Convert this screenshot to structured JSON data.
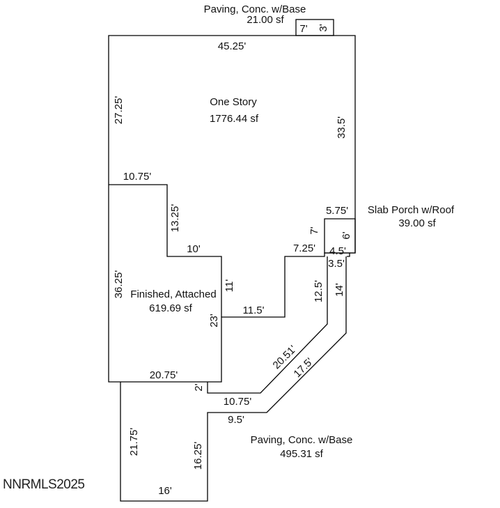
{
  "areas": {
    "one_story": {
      "name": "One Story",
      "area": "1776.44 sf"
    },
    "garage": {
      "name": "Finished, Attached",
      "area": "619.69 sf"
    },
    "paving_top": {
      "name": "Paving, Conc. w/Base",
      "area": "21.00 sf"
    },
    "slab_porch": {
      "name": "Slab Porch w/Roof",
      "area": "39.00 sf"
    },
    "paving_drive": {
      "name": "Paving, Conc. w/Base",
      "area": "495.31 sf"
    }
  },
  "dimensions": {
    "top_width": "45.25'",
    "left_upper": "27.25'",
    "right_upper": "33.5'",
    "step_left": "10.75'",
    "step_down": "13.25'",
    "step_in": "10'",
    "garage_left": "36.25'",
    "garage_right_upper": "11'",
    "garage_right_lower": "23'",
    "notch_bottom": "11.5'",
    "notch_right": "7.25'",
    "garage_bottom": "20.75'",
    "porch_top": "5.75'",
    "porch_left": "7'",
    "porch_right": "6'",
    "porch_bottom": "4.5'",
    "drive_inner_step": "3.5'",
    "drive_inner_vertical": "12.5'",
    "drive_outer_vertical": "14'",
    "drive_inner_diag": "20.51'",
    "drive_outer_diag": "17.5'",
    "drive_small": "2'",
    "drive_inner_bottom": "10.75'",
    "drive_outer_bottom": "9.5'",
    "drive_left": "21.75'",
    "drive_right": "16.25'",
    "drive_bottom": "16'",
    "pad_width": "7'",
    "pad_height": "3'"
  },
  "watermark": "NNRMLS2025"
}
